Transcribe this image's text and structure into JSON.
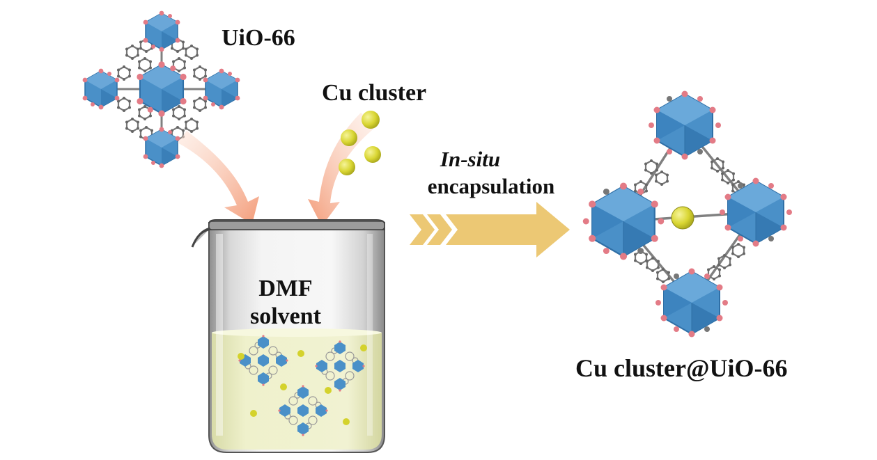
{
  "labels": {
    "uio66": "UiO-66",
    "cu_cluster": "Cu cluster",
    "in_situ": "In-situ",
    "encapsulation": "encapsulation",
    "dmf_line1": "DMF",
    "dmf_line2": "solvent",
    "result": "Cu cluster@UiO-66"
  },
  "colors": {
    "octahedron": "#4a90c8",
    "octahedron_dark": "#2f6fa6",
    "oxygen": "#e37b86",
    "carbon": "#777777",
    "cu_particle": "#d9d633",
    "feed_arrow": "#f5a988",
    "process_arrow": "#ecc874",
    "solution": "#eef0c8"
  }
}
